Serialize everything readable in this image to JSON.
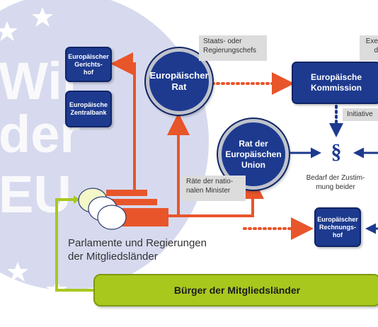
{
  "watermark": {
    "lines": [
      "Wir",
      "der",
      "EU"
    ]
  },
  "nodes": {
    "gerichtshof": "Europäischer\nGerichts-\nhof",
    "zentralbank": "Europäische\nZentralbank",
    "rat": "Europäischer\nRat",
    "kommission": "Europäische\nKommission",
    "rat_eu": "Rat der\nEuropäischen\nUnion",
    "rechnungshof": "Europäischer\nRechnungs-\nhof",
    "buerger": "Bürger der Mitgliedsländer",
    "parlamente": "Parlamente und Regierungen\nder Mitgliedsländer"
  },
  "labels": {
    "staatschefs": "Staats- oder\nRegierungschefs",
    "exekutive": "Exe\nd",
    "initiative": "Initiative",
    "raete": "Räte der natio-\nnalen Minister",
    "paragraph": "§",
    "bedarf": "Bedarf der Zustim-\nmung beider"
  },
  "colors": {
    "navy": "#1d3a8f",
    "orange": "#e8552a",
    "green": "#a8c81e",
    "watermark": "#c9cde6"
  }
}
